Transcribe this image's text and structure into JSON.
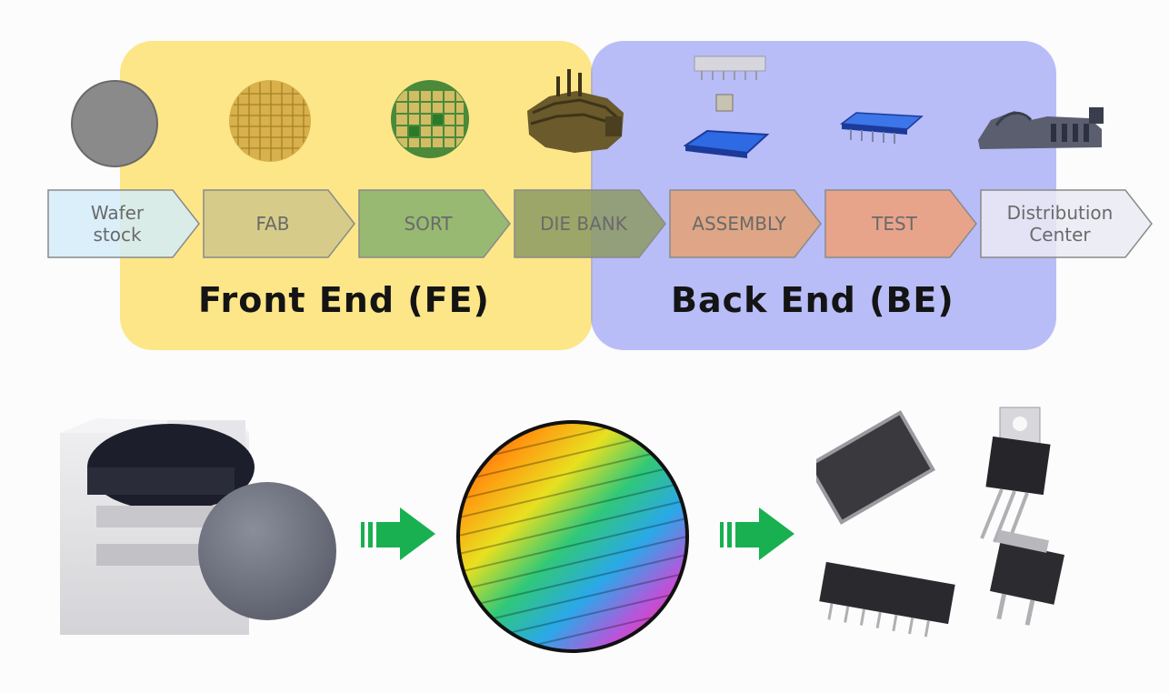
{
  "regions": {
    "front_end": "Front End (FE)",
    "back_end": "Back End (BE)"
  },
  "steps": [
    {
      "label_lines": [
        "Wafer",
        "stock"
      ],
      "fill": "#d4ecf8"
    },
    {
      "label_lines": [
        "FAB"
      ],
      "fill": "#cfc68a"
    },
    {
      "label_lines": [
        "SORT"
      ],
      "fill": "#86b06e"
    },
    {
      "label_lines": [
        "DIE BANK"
      ],
      "fill": "#8c9a64"
    },
    {
      "label_lines": [
        "ASSEMBLY"
      ],
      "fill": "#e4a272"
    },
    {
      "label_lines": [
        "TEST"
      ],
      "fill": "#f0a078"
    },
    {
      "label_lines": [
        "Distribution",
        "Center"
      ],
      "fill": "#eaeaf4"
    }
  ],
  "colors": {
    "fe_region": "#fcd840",
    "be_region": "#767ef6",
    "flow_arrow": "#18b050"
  },
  "icons": [
    "blank-wafer-icon",
    "patterned-wafer-icon",
    "sorted-wafer-icon",
    "die-bank-machine-icon",
    "chip-package-icon",
    "tested-chip-icon",
    "distribution-warehouse-icon",
    "wafer-carrier-photo",
    "rainbow-wafer-photo",
    "packaged-chips-photo"
  ]
}
